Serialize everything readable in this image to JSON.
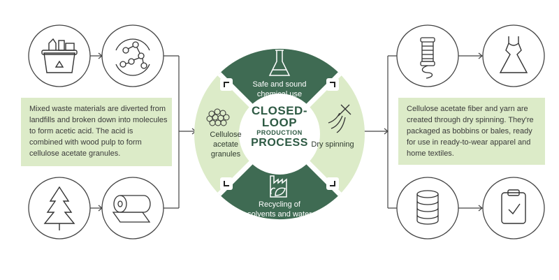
{
  "center": {
    "line1": "CLOSED-",
    "line2": "LOOP",
    "line3": "PRODUCTION",
    "line4": "PROCESS"
  },
  "segments": {
    "top": "Safe and sound chemical use",
    "right": "Dry spinning",
    "bottom": "Recycling of solvents and water",
    "left": "Cellulose acetate granules"
  },
  "left_text": "Mixed waste materials are diverted from landfills and broken down into molecules to form acetic acid. The acid is combined with wood pulp to form cellulose acetate granules.",
  "right_text": "Cellulose acetate fiber and yarn are created through dry spinning. They're packaged as bobbins or bales, ready for use in ready-to-wear apparel and home textiles.",
  "icons": [
    "recycling-bin-icon",
    "molecule-icon",
    "tree-icon",
    "wood-pulp-roll-icon",
    "flask-icon",
    "spinneret-icon",
    "factory-leaf-icon",
    "granules-icon",
    "spool-icon",
    "dress-icon",
    "bale-icon",
    "clipboard-icon"
  ],
  "colors": {
    "dark_green": "#3f6b53",
    "light_green": "#dcebc8",
    "center_text": "#2e5a44",
    "line": "#3a3a3a"
  }
}
